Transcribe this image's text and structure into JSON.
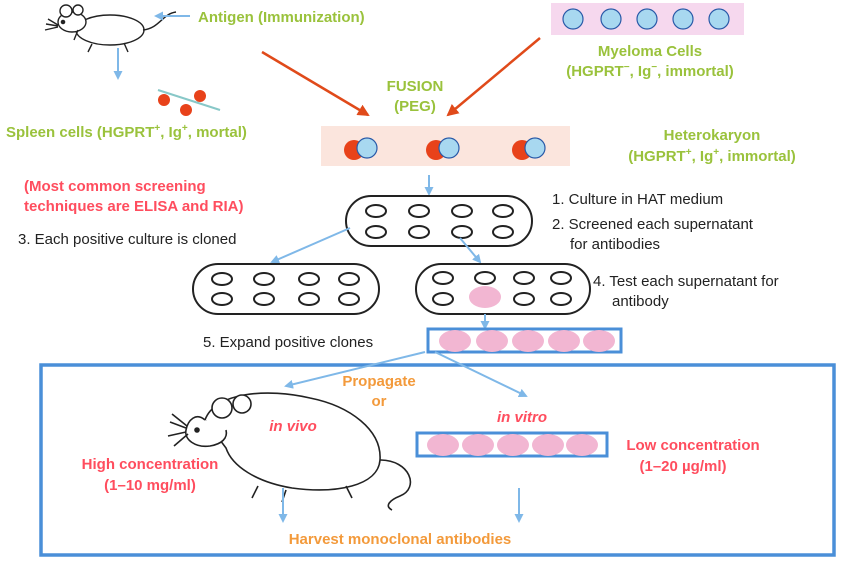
{
  "labels": {
    "antigen": "Antigen (Immunization)",
    "spleen_pre": "Spleen cells (HGPRT",
    "spleen_sup1": "+",
    "spleen_mid": ", Ig",
    "spleen_sup2": "+",
    "spleen_post": ", mortal)",
    "myeloma_title": "Myeloma Cells",
    "myeloma_pre": "(HGPRT",
    "myeloma_sup1": "−",
    "myeloma_mid": ", Ig",
    "myeloma_sup2": "−",
    "myeloma_post": ", immortal)",
    "fusion": "FUSION",
    "peg": "(PEG)",
    "heterokaryon_title": "Heterokaryon",
    "hetero_pre": "(HGPRT",
    "hetero_sup1": "+",
    "hetero_mid": ", Ig",
    "hetero_sup2": "+",
    "hetero_post": ", immortal)",
    "screening_line1": "(Most common screening",
    "screening_line2": "techniques are ELISA and RIA)",
    "step1": "1. Culture in HAT medium",
    "step2_line1": "2. Screened each supernatant",
    "step2_line2": "for antibodies",
    "step3": "3. Each positive culture is cloned",
    "step4_line1": "4. Test each supernatant for",
    "step4_line2": "antibody",
    "step5": "5. Expand positive clones",
    "propagate": "Propagate",
    "or": "or",
    "in_vivo": "in vivo",
    "in_vitro": "in vitro",
    "high_conc": "High concentration",
    "high_range": "(1–10 mg/ml)",
    "low_conc": "Low concentration",
    "low_range": "(1–20 µg/ml)",
    "harvest": "Harvest monoclonal antibodies"
  },
  "colors": {
    "label_green": "#9ac23c",
    "label_red": "#ff4d5e",
    "label_orange": "#f39a3b",
    "arrow_blue": "#7fb8e8",
    "arrow_red": "#e04a1a",
    "box_blue": "#4a8fd8",
    "myeloma_blue": "#a8d8f0",
    "spleen_red": "#e8421a",
    "clone_pink": "#f2b6d2"
  }
}
